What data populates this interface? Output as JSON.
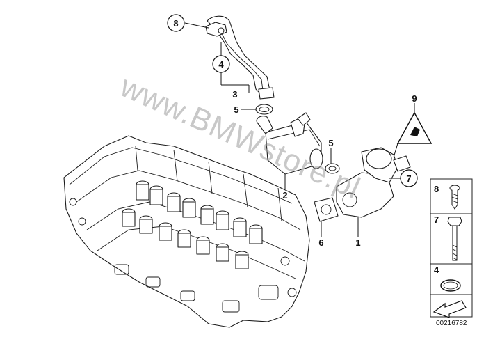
{
  "watermark": "www.BMWstore.pl",
  "callouts": {
    "c1": "1",
    "c2": "2",
    "c3": "3",
    "c4": "4",
    "c5a": "5",
    "c5b": "5",
    "c6": "6",
    "c7": "7",
    "c8": "8",
    "c9": "9"
  },
  "legend": {
    "items": [
      "8",
      "7",
      "4"
    ]
  },
  "doc_number": "00216782",
  "colors": {
    "line": "#1a1a1a",
    "watermark": "#9a9a9a",
    "warning_fill": "#ffffff"
  }
}
